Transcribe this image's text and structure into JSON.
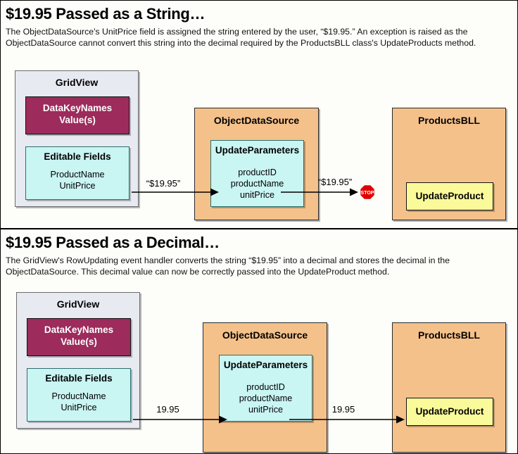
{
  "panels": [
    {
      "id": "string",
      "title": "$19.95 Passed as a String…",
      "description": "The ObjectDataSource's UnitPrice field is assigned the string entered by the user, “$19.95.” An exception is raised as the ObjectDataSource cannot convert this string into the decimal required by the ProductsBLL class's UpdateProducts method.",
      "gridview": {
        "title": "GridView",
        "datakeynames": "DataKeyNames\nValue(s)",
        "datakeynames_line1": "DataKeyNames",
        "datakeynames_line2": "Value(s)",
        "editable_title": "Editable Fields",
        "editable_fields": "ProductName\nUnitPrice",
        "editable_field_1": "ProductName",
        "editable_field_2": "UnitPrice"
      },
      "objectdatasource": {
        "title": "ObjectDataSource",
        "params_title": "UpdateParameters",
        "param_1": "productID",
        "param_2": "productName",
        "param_3": "unitPrice"
      },
      "productsbll": {
        "title": "ProductsBLL",
        "method": "UpdateProduct"
      },
      "arrow_1_label": "“$19.95”",
      "arrow_2_label": "“$19.95”",
      "has_stop_sign": true,
      "stop_label": "STOP"
    },
    {
      "id": "decimal",
      "title": "$19.95 Passed as a Decimal…",
      "description": "The GridView's RowUpdating event handler converts the string “$19.95” into a decimal and stores the decimal in the ObjectDataSource. This decimal value can now be correctly passed into the UpdateProduct method.",
      "gridview": {
        "title": "GridView",
        "datakeynames_line1": "DataKeyNames",
        "datakeynames_line2": "Value(s)",
        "editable_title": "Editable Fields",
        "editable_field_1": "ProductName",
        "editable_field_2": "UnitPrice"
      },
      "objectdatasource": {
        "title": "ObjectDataSource",
        "params_title": "UpdateParameters",
        "param_1": "productID",
        "param_2": "productName",
        "param_3": "unitPrice"
      },
      "productsbll": {
        "title": "ProductsBLL",
        "method": "UpdateProduct"
      },
      "arrow_1_label": "19.95",
      "arrow_2_label": "19.95",
      "has_stop_sign": false,
      "stop_label": ""
    }
  ],
  "colors": {
    "gridview_fill": "#e8eaf2",
    "objectdatasource_fill": "#f5c18a",
    "productsbll_fill": "#f5c18a",
    "datakeynames_fill": "#9d2b5c",
    "editable_fields_fill": "#c9f5f3",
    "updateparameters_fill": "#c9f5f3",
    "updateproduct_fill": "#fafa9b",
    "stop_sign_fill": "#e00000",
    "page_background": "#fdfdfa",
    "text": "#000000"
  }
}
